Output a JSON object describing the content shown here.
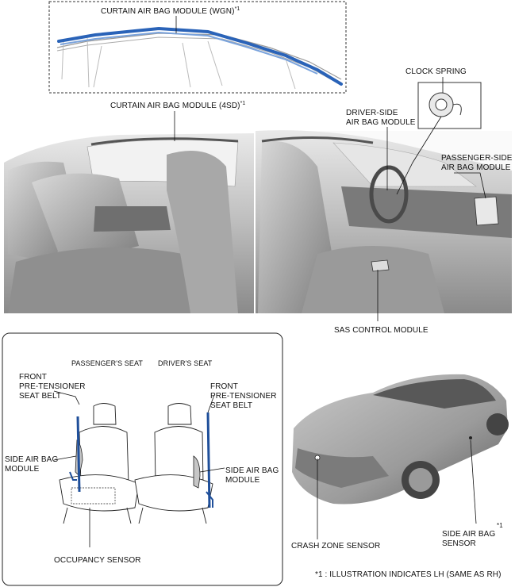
{
  "labels": {
    "curtain_wgn": "CURTAIN AIR BAG MODULE (WGN)",
    "curtain_4sd": "CURTAIN AIR BAG MODULE (4SD)",
    "note_mark": "*1",
    "clock_spring": "CLOCK SPRING",
    "driver_side_1": "DRIVER-SIDE",
    "driver_side_2": "AIR BAG MODULE",
    "passenger_side_1": "PASSENGER-SIDE",
    "passenger_side_2": "AIR BAG MODULE",
    "sas_control": "SAS CONTROL MODULE",
    "passengers_seat": "PASSENGER'S SEAT",
    "drivers_seat": "DRIVER'S SEAT",
    "front_pt_left_1": "FRONT",
    "front_pt_left_2": "PRE-TENSIONER",
    "front_pt_left_3": "SEAT BELT",
    "front_pt_right_1": "FRONT",
    "front_pt_right_2": "PRE-TENSIONER",
    "front_pt_right_3": "SEAT BELT",
    "side_ab_left_1": "SIDE AIR BAG",
    "side_ab_left_2": "MODULE",
    "side_ab_right_1": "SIDE AIR BAG",
    "side_ab_right_2": "MODULE",
    "occupancy": "OCCUPANCY SENSOR",
    "crash_zone": "CRASH ZONE SENSOR",
    "side_sensor_1": "SIDE AIR BAG",
    "side_sensor_2": "SENSOR",
    "footnote": "*1 : ILLUSTRATION INDICATES LH (SAME AS RH)"
  }
}
